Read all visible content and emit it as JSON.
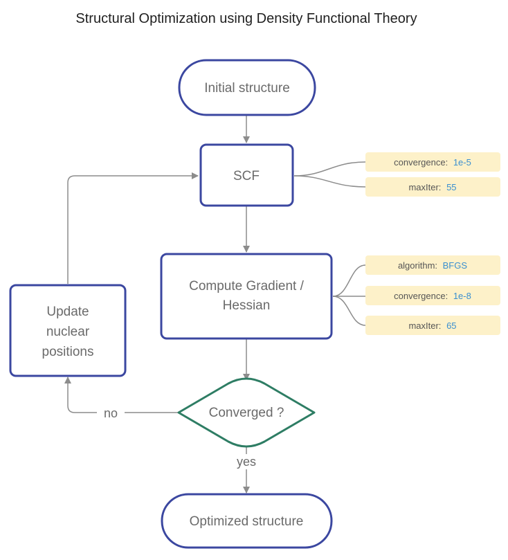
{
  "title": "Structural Optimization using Density Functional Theory",
  "nodes": {
    "initial": "Initial structure",
    "scf": "SCF",
    "gradient_line1": "Compute Gradient /",
    "gradient_line2": "Hessian",
    "update_line1": "Update",
    "update_line2": "nuclear",
    "update_line3": "positions",
    "converged": "Converged ?",
    "optimized": "Optimized structure"
  },
  "edges": {
    "no_label": "no",
    "yes_label": "yes"
  },
  "scf_params": [
    {
      "key": "convergence:",
      "value": "1e-5"
    },
    {
      "key": "maxIter:",
      "value": "55"
    }
  ],
  "gradient_params": [
    {
      "key": "algorithm:",
      "value": "BFGS"
    },
    {
      "key": "convergence:",
      "value": "1e-8"
    },
    {
      "key": "maxIter:",
      "value": "65"
    }
  ],
  "colors": {
    "process_border": "#3b47a0",
    "decision_border": "#2e7d64",
    "connector": "#8c8c8c",
    "tag_fill": "#fdf1c9",
    "tag_value": "#3a8fd0"
  }
}
